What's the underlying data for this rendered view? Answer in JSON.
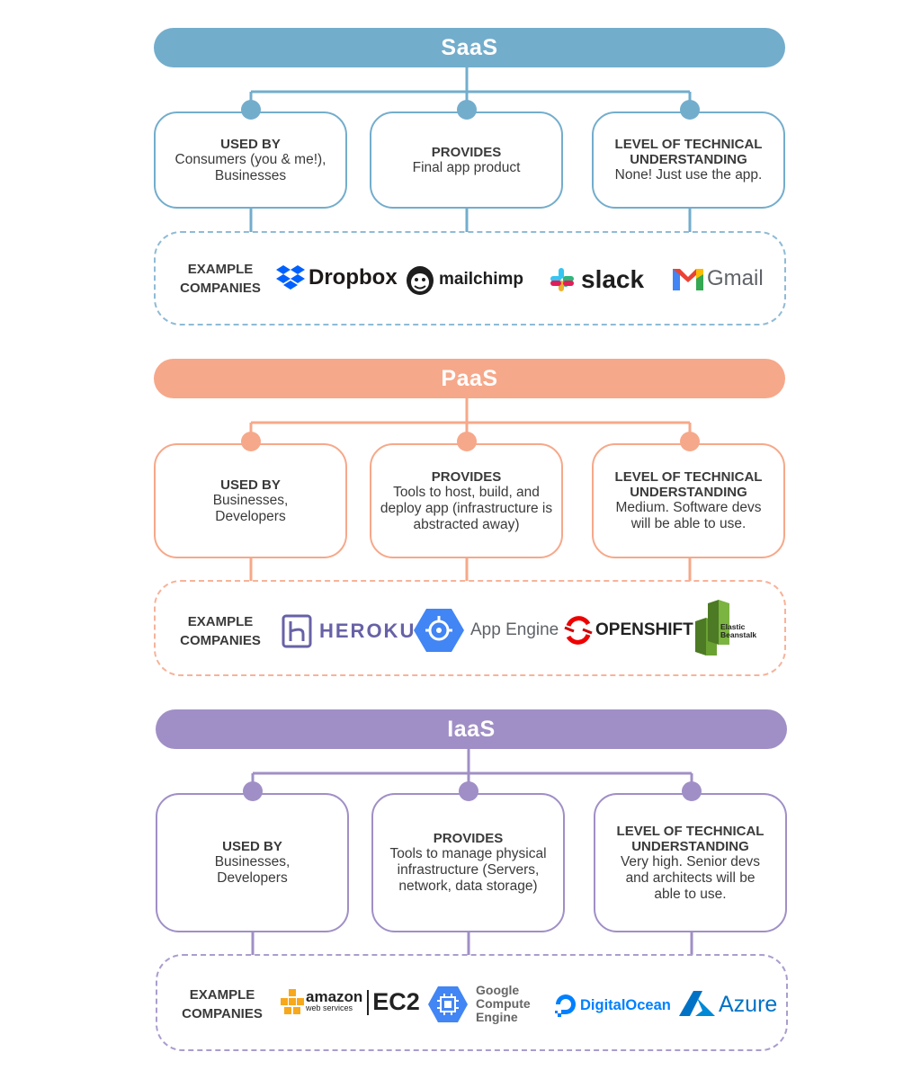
{
  "colors": {
    "saas": "#73adcc",
    "paas": "#f6a88a",
    "iaas": "#a08fc6"
  },
  "sections": [
    {
      "title": "SaaS",
      "used_by": {
        "heading": "USED BY",
        "text": "Consumers (you & me!), Businesses"
      },
      "provides": {
        "heading": "PROVIDES",
        "text": "Final app product"
      },
      "level": {
        "heading": "LEVEL OF TECHNICAL UNDERSTANDING",
        "text": "None! Just use the app."
      },
      "example_label": "EXAMPLE COMPANIES",
      "companies": [
        "Dropbox",
        "mailchimp",
        "slack",
        "Gmail"
      ]
    },
    {
      "title": "PaaS",
      "used_by": {
        "heading": "USED BY",
        "text": "Businesses, Developers"
      },
      "provides": {
        "heading": "PROVIDES",
        "text": "Tools to host, build, and deploy app (infrastructure is abstracted away)"
      },
      "level": {
        "heading": "LEVEL OF TECHNICAL UNDERSTANDING",
        "text": "Medium. Software devs will be able to use."
      },
      "example_label": "EXAMPLE COMPANIES",
      "companies": [
        "HEROKU",
        "App Engine",
        "OPENSHIFT",
        "Elastic Beanstalk"
      ]
    },
    {
      "title": "IaaS",
      "used_by": {
        "heading": "USED BY",
        "text": "Businesses, Developers"
      },
      "provides": {
        "heading": "PROVIDES",
        "text": "Tools to manage physical infrastructure (Servers, network, data storage)"
      },
      "level": {
        "heading": "LEVEL OF TECHNICAL UNDERSTANDING",
        "text": "Very high. Senior devs and architects will be able to use."
      },
      "example_label": "EXAMPLE COMPANIES",
      "companies": [
        "amazon",
        "web services",
        "EC2",
        "Google Compute Engine",
        "DigitalOcean",
        "Azure"
      ]
    }
  ]
}
